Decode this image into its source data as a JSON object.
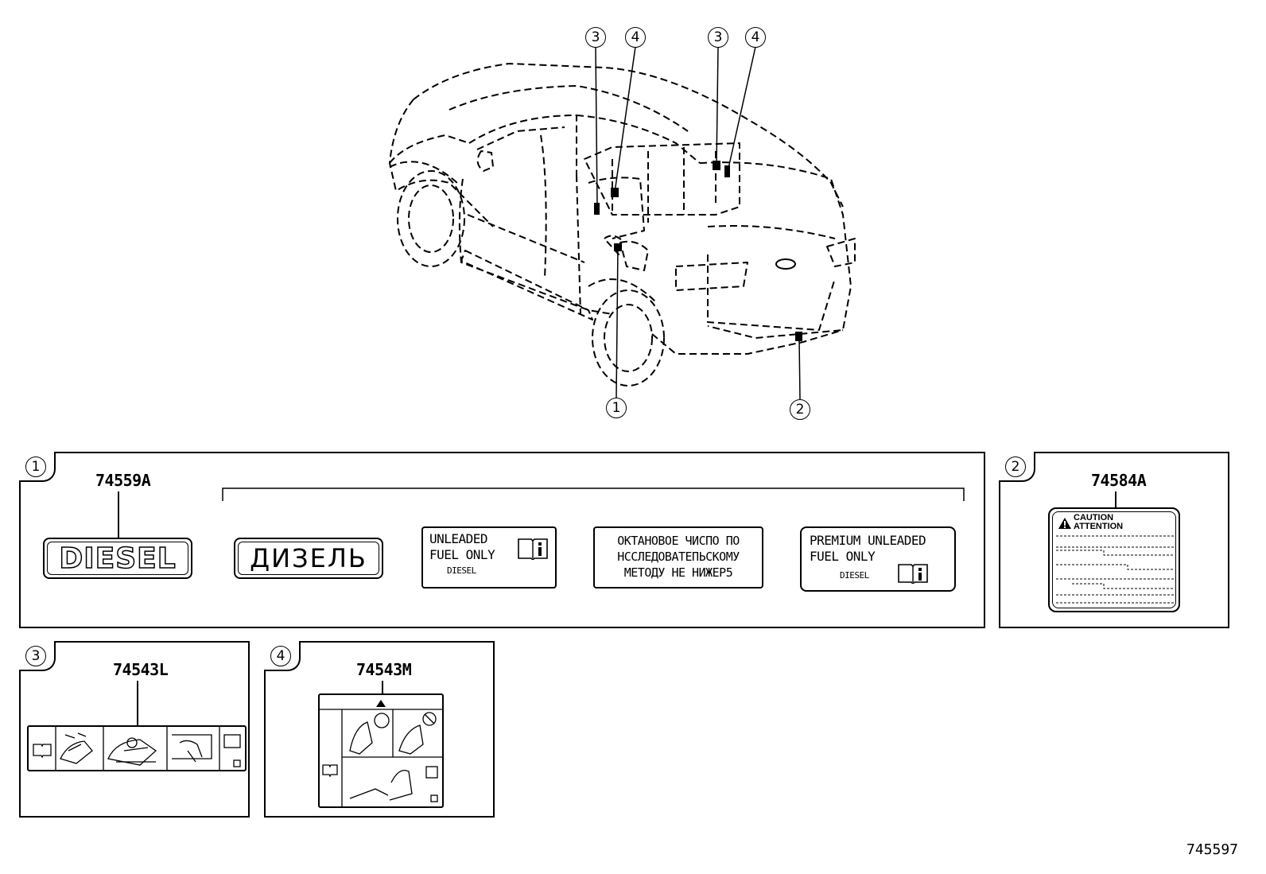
{
  "diagram": {
    "callouts_top": [
      "3",
      "4",
      "3",
      "4"
    ],
    "callouts_bottom": [
      "1",
      "2"
    ],
    "doc_number": "745597"
  },
  "panel1": {
    "number": "1",
    "part_number": "74559A",
    "labels": {
      "diesel_latin": "DIESEL",
      "diesel_cyrillic": "ДИЗЕЛЬ",
      "unleaded_line1": "UNLEADED",
      "unleaded_line2": "FUEL ONLY",
      "unleaded_line3": "DIESEL",
      "octane_line1": "ОКТАНОВОЕ ЧИСПО ПО",
      "octane_line2": "НССЛЕДОВАТЕПЬСКОМУ",
      "octane_line3": "МЕТОДУ НЕ НИЖЕР5",
      "premium_line1": "PREMIUM UNLEADED",
      "premium_line2": "FUEL ONLY",
      "premium_line3": "DIESEL"
    }
  },
  "panel2": {
    "number": "2",
    "part_number": "74584A",
    "caution": "CAUTION",
    "attention": "ATTENTION"
  },
  "panel3": {
    "number": "3",
    "part_number": "74543L"
  },
  "panel4": {
    "number": "4",
    "part_number": "74543M"
  }
}
